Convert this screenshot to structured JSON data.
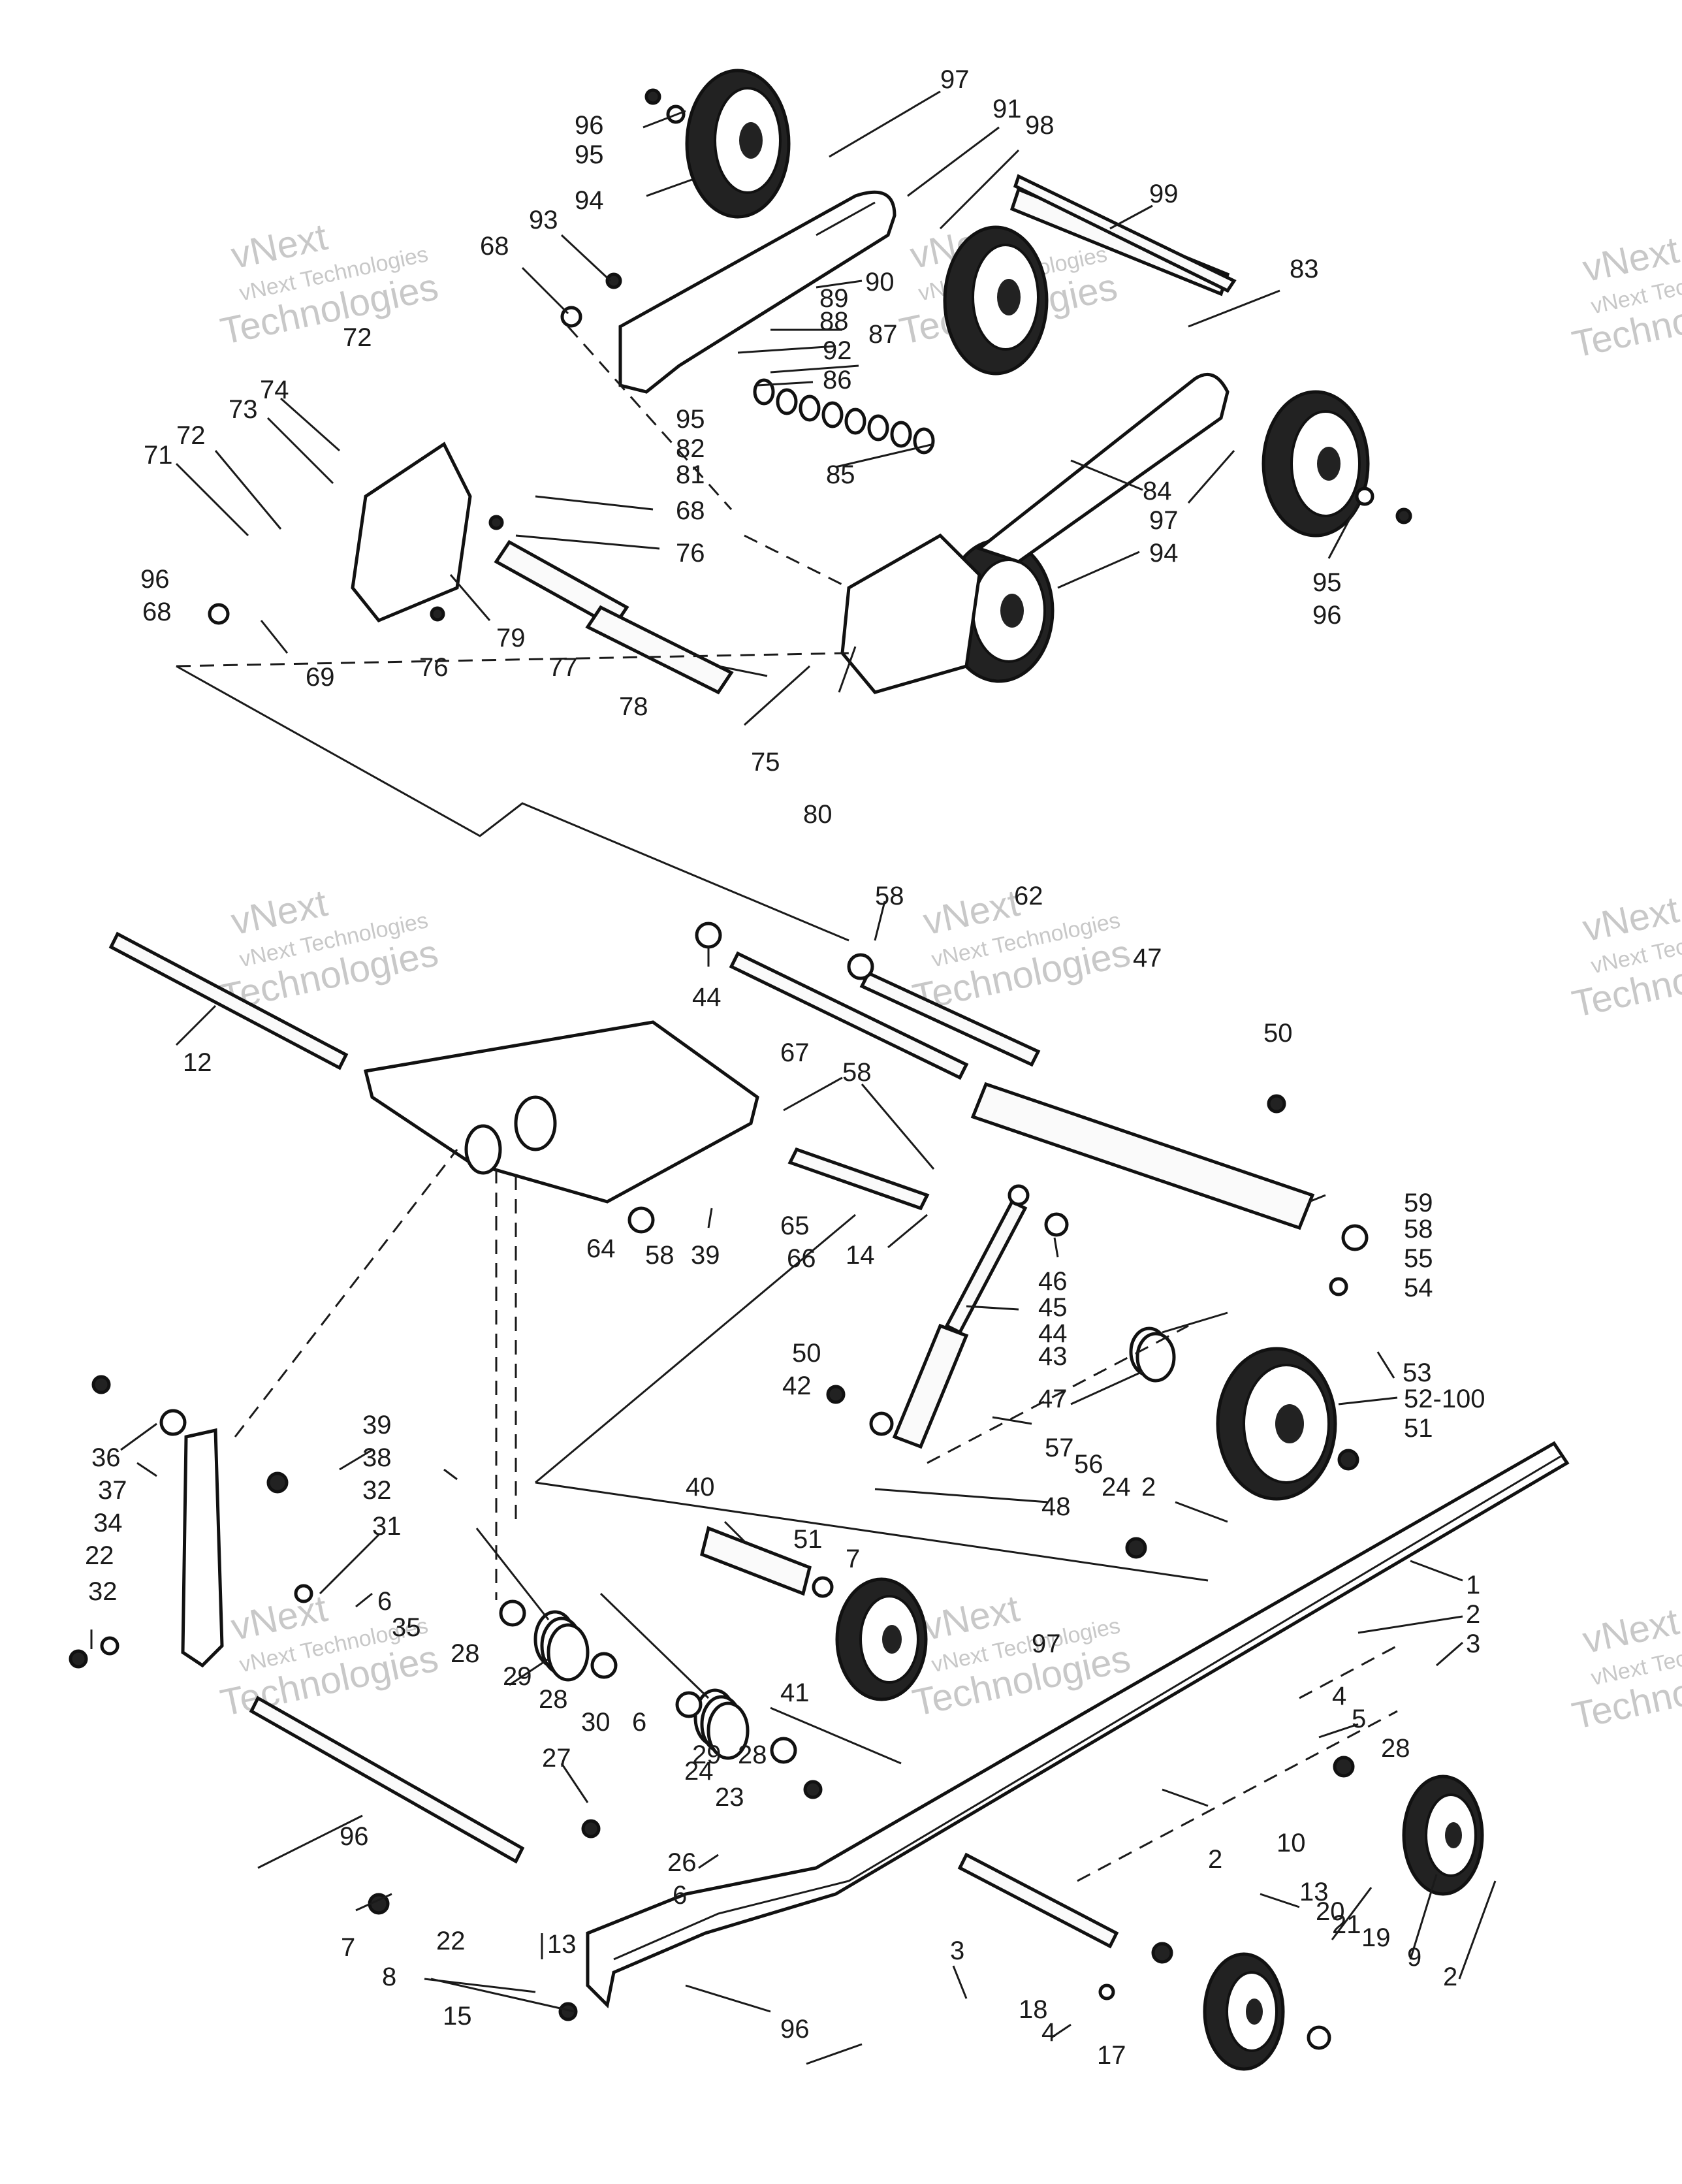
{
  "watermark": {
    "line1": "vNext",
    "line2": "vNext Technologies",
    "line3": "Technologies"
  },
  "callouts": [
    {
      "id": "97a",
      "text": "97"
    },
    {
      "id": "96a",
      "text": "96"
    },
    {
      "id": "91",
      "text": "91"
    },
    {
      "id": "98",
      "text": "98"
    },
    {
      "id": "95a",
      "text": "95"
    },
    {
      "id": "94a",
      "text": "94"
    },
    {
      "id": "99",
      "text": "99"
    },
    {
      "id": "93",
      "text": "93"
    },
    {
      "id": "83",
      "text": "83"
    },
    {
      "id": "68a",
      "text": "68"
    },
    {
      "id": "90",
      "text": "90"
    },
    {
      "id": "89",
      "text": "89"
    },
    {
      "id": "72a",
      "text": "72"
    },
    {
      "id": "88",
      "text": "88"
    },
    {
      "id": "87",
      "text": "87"
    },
    {
      "id": "92",
      "text": "92"
    },
    {
      "id": "86",
      "text": "86"
    },
    {
      "id": "74",
      "text": "74"
    },
    {
      "id": "73",
      "text": "73"
    },
    {
      "id": "95b",
      "text": "95"
    },
    {
      "id": "82",
      "text": "82"
    },
    {
      "id": "72b",
      "text": "72"
    },
    {
      "id": "71",
      "text": "71"
    },
    {
      "id": "81",
      "text": "81"
    },
    {
      "id": "85",
      "text": "85"
    },
    {
      "id": "84",
      "text": "84"
    },
    {
      "id": "68b",
      "text": "68"
    },
    {
      "id": "97b",
      "text": "97"
    },
    {
      "id": "76a",
      "text": "76"
    },
    {
      "id": "96b",
      "text": "96"
    },
    {
      "id": "94b",
      "text": "94"
    },
    {
      "id": "95c",
      "text": "95"
    },
    {
      "id": "68c",
      "text": "68"
    },
    {
      "id": "79",
      "text": "79"
    },
    {
      "id": "96c",
      "text": "96"
    },
    {
      "id": "77",
      "text": "77"
    },
    {
      "id": "69",
      "text": "69"
    },
    {
      "id": "76b",
      "text": "76"
    },
    {
      "id": "78",
      "text": "78"
    },
    {
      "id": "75",
      "text": "75"
    },
    {
      "id": "80",
      "text": "80"
    },
    {
      "id": "58a",
      "text": "58"
    },
    {
      "id": "62",
      "text": "62"
    },
    {
      "id": "47a",
      "text": "47"
    },
    {
      "id": "44a",
      "text": "44"
    },
    {
      "id": "50a",
      "text": "50"
    },
    {
      "id": "12",
      "text": "12"
    },
    {
      "id": "67",
      "text": "67"
    },
    {
      "id": "58b",
      "text": "58"
    },
    {
      "id": "59",
      "text": "59"
    },
    {
      "id": "58c",
      "text": "58"
    },
    {
      "id": "55",
      "text": "55"
    },
    {
      "id": "64",
      "text": "64"
    },
    {
      "id": "58d",
      "text": "58"
    },
    {
      "id": "39a",
      "text": "39"
    },
    {
      "id": "65",
      "text": "65"
    },
    {
      "id": "66",
      "text": "66"
    },
    {
      "id": "14",
      "text": "14"
    },
    {
      "id": "46",
      "text": "46"
    },
    {
      "id": "54",
      "text": "54"
    },
    {
      "id": "45",
      "text": "45"
    },
    {
      "id": "44b",
      "text": "44"
    },
    {
      "id": "43",
      "text": "43"
    },
    {
      "id": "53",
      "text": "53"
    },
    {
      "id": "50b",
      "text": "50"
    },
    {
      "id": "42",
      "text": "42"
    },
    {
      "id": "47b",
      "text": "47"
    },
    {
      "id": "52-100",
      "text": "52-100"
    },
    {
      "id": "51a",
      "text": "51"
    },
    {
      "id": "36",
      "text": "36"
    },
    {
      "id": "37",
      "text": "37"
    },
    {
      "id": "39b",
      "text": "39"
    },
    {
      "id": "38",
      "text": "38"
    },
    {
      "id": "57",
      "text": "57"
    },
    {
      "id": "56",
      "text": "56"
    },
    {
      "id": "24a",
      "text": "24"
    },
    {
      "id": "2a",
      "text": "2"
    },
    {
      "id": "34",
      "text": "34"
    },
    {
      "id": "32a",
      "text": "32"
    },
    {
      "id": "40",
      "text": "40"
    },
    {
      "id": "48",
      "text": "48"
    },
    {
      "id": "31",
      "text": "31"
    },
    {
      "id": "22a",
      "text": "22"
    },
    {
      "id": "51b",
      "text": "51"
    },
    {
      "id": "7a",
      "text": "7"
    },
    {
      "id": "6a",
      "text": "6"
    },
    {
      "id": "1",
      "text": "1"
    },
    {
      "id": "32b",
      "text": "32"
    },
    {
      "id": "35",
      "text": "35"
    },
    {
      "id": "2b",
      "text": "2"
    },
    {
      "id": "28a",
      "text": "28"
    },
    {
      "id": "97c",
      "text": "97"
    },
    {
      "id": "3a",
      "text": "3"
    },
    {
      "id": "29a",
      "text": "29"
    },
    {
      "id": "28b",
      "text": "28"
    },
    {
      "id": "41",
      "text": "41"
    },
    {
      "id": "4a",
      "text": "4"
    },
    {
      "id": "5",
      "text": "5"
    },
    {
      "id": "30",
      "text": "30"
    },
    {
      "id": "28c",
      "text": "28"
    },
    {
      "id": "6b",
      "text": "6"
    },
    {
      "id": "29b",
      "text": "29"
    },
    {
      "id": "28d",
      "text": "28"
    },
    {
      "id": "24b",
      "text": "24"
    },
    {
      "id": "27",
      "text": "27"
    },
    {
      "id": "23",
      "text": "23"
    },
    {
      "id": "96d",
      "text": "96"
    },
    {
      "id": "10",
      "text": "10"
    },
    {
      "id": "2c",
      "text": "2"
    },
    {
      "id": "26",
      "text": "26"
    },
    {
      "id": "6c",
      "text": "6"
    },
    {
      "id": "13a",
      "text": "13"
    },
    {
      "id": "20",
      "text": "20"
    },
    {
      "id": "22b",
      "text": "22"
    },
    {
      "id": "7b",
      "text": "7"
    },
    {
      "id": "21",
      "text": "21"
    },
    {
      "id": "13b",
      "text": "13"
    },
    {
      "id": "19",
      "text": "19"
    },
    {
      "id": "8",
      "text": "8"
    },
    {
      "id": "9",
      "text": "9"
    },
    {
      "id": "2d",
      "text": "2"
    },
    {
      "id": "3b",
      "text": "3"
    },
    {
      "id": "18",
      "text": "18"
    },
    {
      "id": "15",
      "text": "15"
    },
    {
      "id": "4b",
      "text": "4"
    },
    {
      "id": "17",
      "text": "17"
    },
    {
      "id": "96e",
      "text": "96"
    }
  ]
}
